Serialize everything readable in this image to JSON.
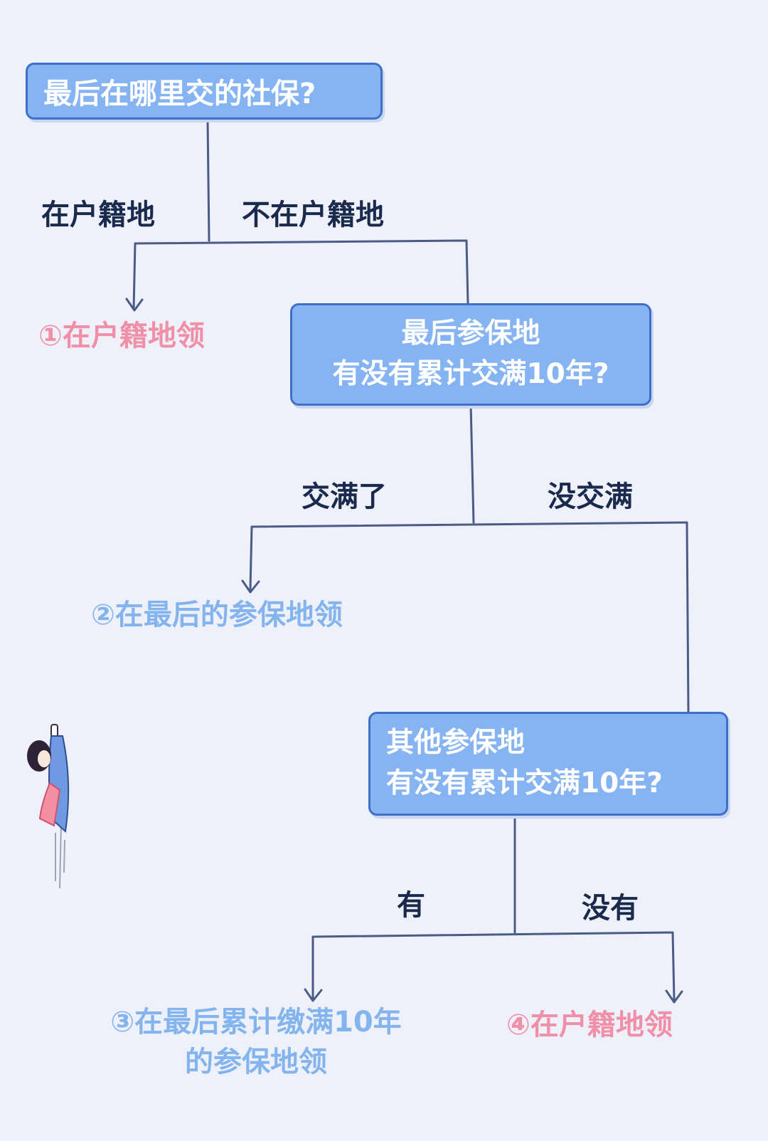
{
  "nodes": {
    "q1": {
      "text": "最后在哪里交的社保?"
    },
    "q2": {
      "line1": "最后参保地",
      "line2": "有没有累计交满10年?"
    },
    "q3": {
      "line1": "其他参保地",
      "line2": "有没有累计交满10年?"
    }
  },
  "branches": {
    "q1_left": "在户籍地",
    "q1_right": "不在户籍地",
    "q2_left": "交满了",
    "q2_right": "没交满",
    "q3_left": "有",
    "q3_right": "没有"
  },
  "outcomes": {
    "o1": "①在户籍地领",
    "o2": "②在最后的参保地领",
    "o3_line1": "③在最后累计缴满10年",
    "o3_line2": "的参保地领",
    "o4": "④在户籍地领"
  },
  "colors": {
    "box_fill": "#86b4f2",
    "box_border": "#3f6fc9",
    "outcome_pink": "#f08fa8",
    "outcome_blue": "#84b4ee",
    "branch_text": "#1a2a4c",
    "background": "#eff1fa"
  }
}
